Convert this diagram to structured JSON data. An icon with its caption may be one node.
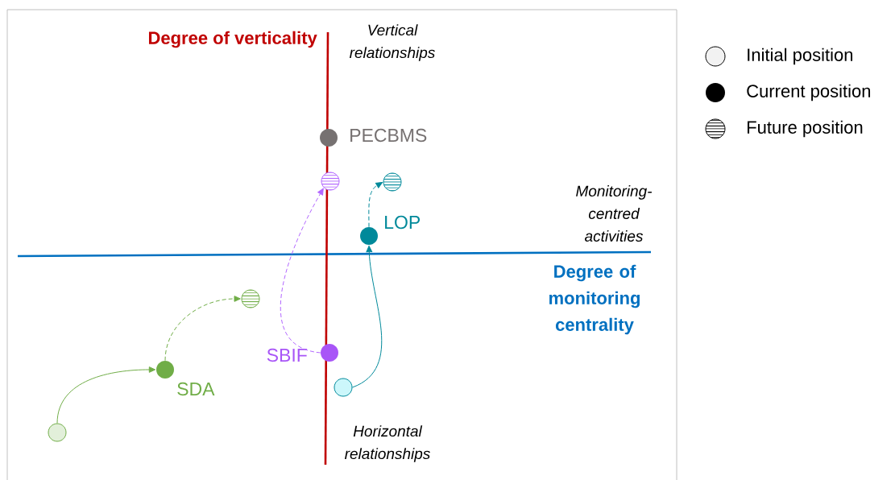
{
  "diagram": {
    "nodes": [
      {
        "text": [],
        "shape": "circle",
        "beside": [
          "PECBMS"
        ]
      },
      {
        "text": [],
        "shape": "circle"
      },
      {
        "text": [],
        "shape": "circle"
      },
      {
        "text": [],
        "shape": "circle",
        "beside": [
          "LOP"
        ]
      },
      {
        "text": [],
        "shape": "circle"
      },
      {
        "text": [],
        "shape": "circle",
        "beside": [
          "SBIF"
        ]
      },
      {
        "text": [],
        "shape": "circle",
        "beside": [
          "SDA"
        ]
      },
      {
        "text": [],
        "shape": "circle"
      },
      {
        "text": [],
        "shape": "circle"
      }
    ],
    "edges": [
      {
        "from": 5,
        "to": 1,
        "arrow": "to",
        "style": "dashed",
        "color": "#b266ff"
      },
      {
        "from": 3,
        "to": 2,
        "arrow": "to",
        "style": "dashed",
        "color": "#00899a"
      },
      {
        "from": 7,
        "to": 3,
        "arrow": "to",
        "color": "#00899a"
      },
      {
        "from": 6,
        "to": 4,
        "arrow": "to",
        "style": "dashed",
        "color": "#70ad47"
      },
      {
        "from": 8,
        "to": 6,
        "arrow": "to",
        "color": "#70ad47"
      }
    ],
    "labels": [
      "Degree of verticality",
      "Vertical relationships",
      "Monitoring-centred activities",
      "Degree of monitoring centrality",
      "Horizontal relationships"
    ],
    "legend": [
      {
        "text": "Initial position"
      },
      {
        "text": "Current position"
      },
      {
        "text": "Future position"
      }
    ]
  }
}
